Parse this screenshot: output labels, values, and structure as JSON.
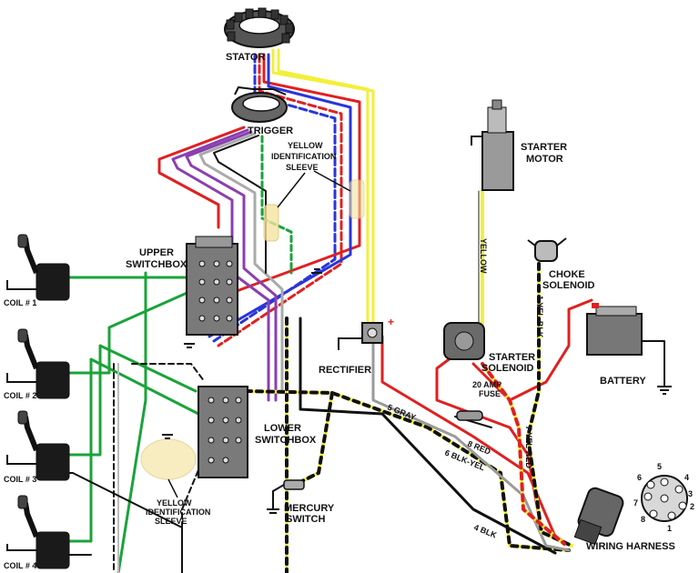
{
  "components": {
    "stator": "STATOR",
    "trigger": "TRIGGER",
    "yellow_sleeve_top_1": "YELLOW",
    "yellow_sleeve_top_2": "IDENTIFICATION",
    "yellow_sleeve_top_3": "SLEEVE",
    "upper_switchbox_1": "UPPER",
    "upper_switchbox_2": "SWITCHBOX",
    "lower_switchbox_1": "LOWER",
    "lower_switchbox_2": "SWITCHBOX",
    "rectifier": "RECTIFIER",
    "starter_motor_1": "STARTER",
    "starter_motor_2": "MOTOR",
    "choke_solenoid_1": "CHOKE",
    "choke_solenoid_2": "SOLENOID",
    "starter_solenoid_1": "STARTER",
    "starter_solenoid_2": "SOLENOID",
    "battery": "BATTERY",
    "fuse_1": "20 AMP",
    "fuse_2": "FUSE",
    "yellow_sleeve_bottom_1": "YELLOW",
    "yellow_sleeve_bottom_2": "IDENTIFICATION",
    "yellow_sleeve_bottom_3": "SLEEVE",
    "mercury_switch_1": "MERCURY",
    "mercury_switch_2": "SWITCH",
    "wiring_harness": "WIRING HARNESS",
    "coil_1": "COIL # 1",
    "coil_2": "COIL # 2",
    "coil_3": "COIL # 3",
    "coil_4": "COIL # 4"
  },
  "wire_labels": {
    "yellow": "YELLOW",
    "yel_blk": "1  YEL-BLK",
    "gray": "5  GRAY",
    "red": "8  RED",
    "blk_yel": "6  BLK-YEL",
    "blk": "4  BLK",
    "yel_red": "7  YEL-RED"
  },
  "harness_pins": [
    "1",
    "2",
    "3",
    "4",
    "5",
    "6",
    "7",
    "8"
  ],
  "colors": {
    "red": "#e02020",
    "yellow": "#f3ef3a",
    "green": "#1aa33a",
    "purple": "#8a3fb0",
    "blue": "#2a36d8",
    "black": "#111111",
    "gray": "#9a9a9a",
    "sleeve": "#f4e4a0"
  }
}
